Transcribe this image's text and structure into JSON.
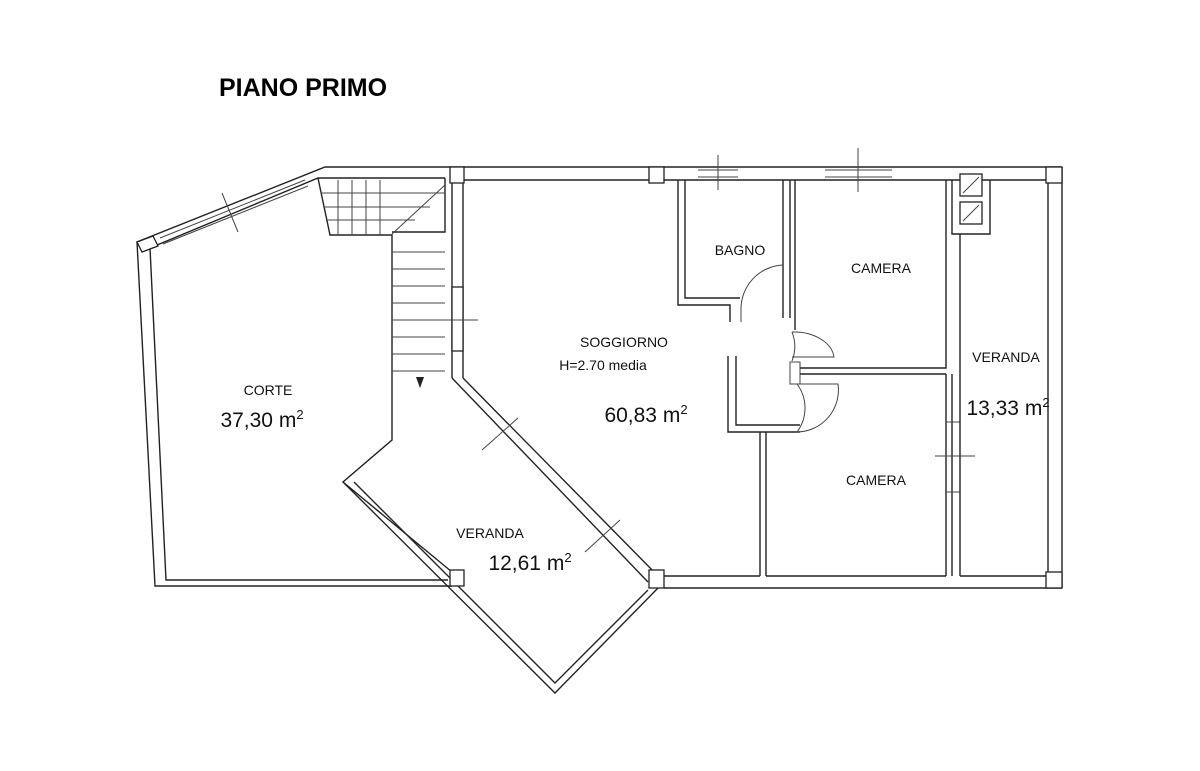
{
  "title": "PIANO PRIMO",
  "rooms": {
    "corte": {
      "name": "CORTE",
      "area": "37,30 m",
      "unit_sup": "2"
    },
    "veranda_sw": {
      "name": "VERANDA",
      "area": "12,61 m",
      "unit_sup": "2"
    },
    "soggiorno": {
      "name": "SOGGIORNO",
      "height_note": "H=2.70 media",
      "area": "60,83 m",
      "unit_sup": "2"
    },
    "bagno": {
      "name": "BAGNO"
    },
    "camera_top": {
      "name": "CAMERA"
    },
    "camera_bottom": {
      "name": "CAMERA"
    },
    "veranda_e": {
      "name": "VERANDA",
      "area": "13,33 m",
      "unit_sup": "2"
    }
  }
}
